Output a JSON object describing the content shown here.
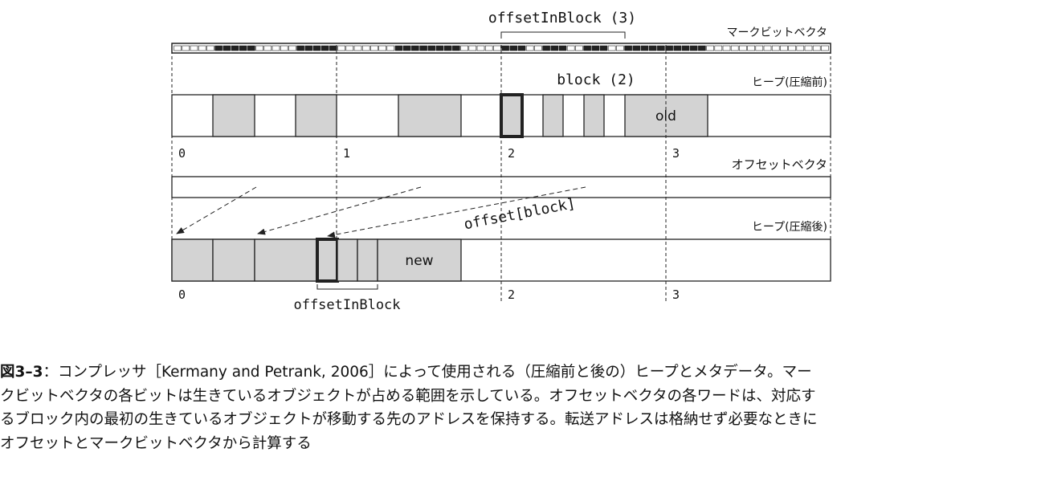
{
  "labels": {
    "mark_bit_vector": "マークビットベクタ",
    "heap_before": "ヒープ(圧縮前)",
    "heap_after": "ヒープ(圧縮後)",
    "offset_vector": "オフセットベクタ",
    "offset_in_block_top": "offsetInBlock (3)",
    "block_label": "block (2)",
    "old_label": "old",
    "new_label": "new",
    "offset_block": "offset[block]",
    "offset_in_block_bottom": "offsetInBlock"
  },
  "block_numbers_top": [
    "0",
    "1",
    "2",
    "3"
  ],
  "block_numbers_bottom": [
    "0",
    "2",
    "3"
  ],
  "caption": {
    "figure_number": "図3–3",
    "line1": "：コンプレッサ［Kermany and Petrank, 2006］によって使用される（圧縮前と後の）ヒープとメタデータ。マー",
    "line2": "クビットベクタの各ビットは生きているオブジェクトが占める範囲を示している。オフセットベクタの各ワードは、対応す",
    "line3": "るブロック内の最初の生きているオブジェクトが移動する先のアドレスを保持する。転送アドレスは格納せず必要なときに",
    "line4": "オフセットとマークビットベクタから計算する"
  },
  "colors": {
    "object_fill": "#d3d3d3",
    "stroke": "#222222",
    "background": "#ffffff"
  }
}
